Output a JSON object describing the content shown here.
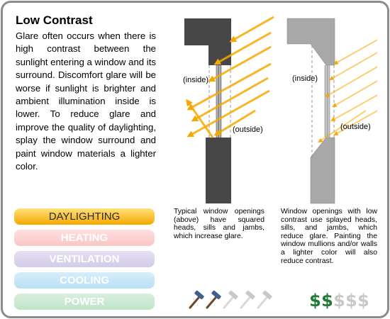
{
  "title": "Low Contrast",
  "body": "Glare often occurs when there is high contrast between the sunlight entering a window and its surround.  Discomfort glare will be worse if sunlight is brighter and ambient illumination inside is lower.  To reduce glare and improve the quality of daylighting, splay the window surround and paint window materials a lighter color.",
  "diagram_left": {
    "inside_label": "(inside)",
    "outside_label": "(outside)",
    "wall_color": "#474747"
  },
  "diagram_right": {
    "inside_label": "(inside)",
    "outside_label": "(outside)",
    "wall_color": "#a8a8a8"
  },
  "sun_ray_color": "#f7a800",
  "caption_left": "Typical window openings (above) have squared heads, sills and jambs, which increase glare.",
  "caption_right": "Window openings with low contrast use splayed heads, sills, and jambs, which reduce glare.  Painting the window mullions and/or walls a lighter color will also reduce contrast.",
  "nav": [
    {
      "label": "DAYLIGHTING",
      "colors": [
        "#ffe07a",
        "#f4a800"
      ],
      "active": true
    },
    {
      "label": "HEATING",
      "colors": [
        "#ffe0e0",
        "#f9c6c6"
      ],
      "active": false
    },
    {
      "label": "VENTILATION",
      "colors": [
        "#e6e0f3",
        "#d3cbe8"
      ],
      "active": false
    },
    {
      "label": "COOLING",
      "colors": [
        "#d8eefa",
        "#b9dff4"
      ],
      "active": false
    },
    {
      "label": "POWER",
      "colors": [
        "#d9f0df",
        "#bfe3c7"
      ],
      "active": false
    }
  ],
  "effort_rating": {
    "icon": "hammer-icon",
    "filled": 2,
    "total": 5,
    "active_color": "#3f5f8f",
    "inactive_color": "#c9c9c9"
  },
  "cost_rating": {
    "icon": "dollar-icon",
    "symbol": "$",
    "filled": 2,
    "total": 5,
    "active_color": "#1e7a35",
    "inactive_color": "#c8c8c8"
  }
}
